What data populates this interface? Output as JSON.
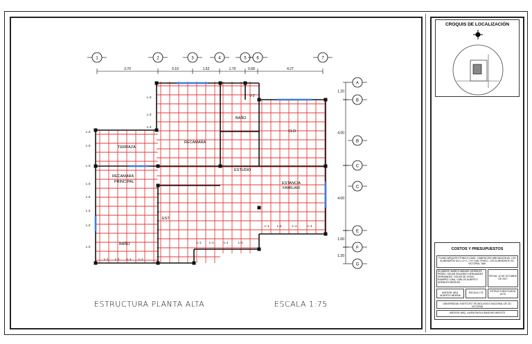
{
  "drawing": {
    "title": "ESTRUCTURA PLANTA ALTA",
    "scale": "ESCALA 1:75"
  },
  "axes": {
    "columns": [
      "1",
      "2",
      "3",
      "4",
      "5",
      "6",
      "7"
    ],
    "rows": [
      "A",
      "B",
      "B",
      "C",
      "C",
      "E",
      "F",
      "G"
    ]
  },
  "dimensions": {
    "top": [
      "3.70",
      "0.10",
      "1.62",
      "1.70",
      "0.68",
      "4.27"
    ],
    "right": [
      "1.20",
      "4.00",
      "4.00",
      "1.00",
      "1.20"
    ]
  },
  "rooms": {
    "terraza": "TERRAZA",
    "recamara": "RECAMARA",
    "recamara_principal_1": "RECAMARA",
    "recamara_principal_2": "PRINCIPAL",
    "estudio": "ESTUDIO",
    "est": "EST",
    "banio_1": "BAÑO",
    "banio_2": "BAÑO",
    "closet": "CLO",
    "estancia_1": "ESTANCIA",
    "estancia_2": "FAMILIAR"
  },
  "beam_labels": {
    "v2": "V-2",
    "l1": "L-1",
    "l2": "L-2"
  },
  "sidebar": {
    "croquis_title": "CROQUIS DE LOCALIZACIÓN",
    "cost_title": "COSTOS Y PRESUPUESTOS",
    "project": "PLANO ARQUITECTONICO CASA - HABITACION UBICADA EN AV. LOS ALMENDROS M-4 L-6 Y L-7 Nº 1440, FRACC. LOS ALMENDROS CD. VICTORIA, TAM.",
    "students": "ALUMNOS: MARCO MANUEL MORALES PEREZ, OSCAR EDUARDO HERNANDEZ HERNANDEZ, OSCAR DE JESUS RAMIREZ LUNA, CARLOS ALBERTO MORALES MIRELES",
    "date": "FECHA: 12 DE OCTUBRE DE 2017",
    "scale_cell": "ESCALA 1:75",
    "content_cell": "ESTRUCTURA PLANTA ALTA",
    "teacher": "ASESOR: ARQ. ALBERTO MEDINA",
    "university": "UNIVERSIDAD: INSTITUTO TECNOLOGICO NACIONAL DE CD. VICTORIA",
    "advisor": "ASESOR: ARQ. LAURA PAOLA SANCHEZ ARGOTE"
  },
  "colors": {
    "beam": "#e63a3a",
    "window": "#3a7fd9",
    "wall": "#111111"
  }
}
